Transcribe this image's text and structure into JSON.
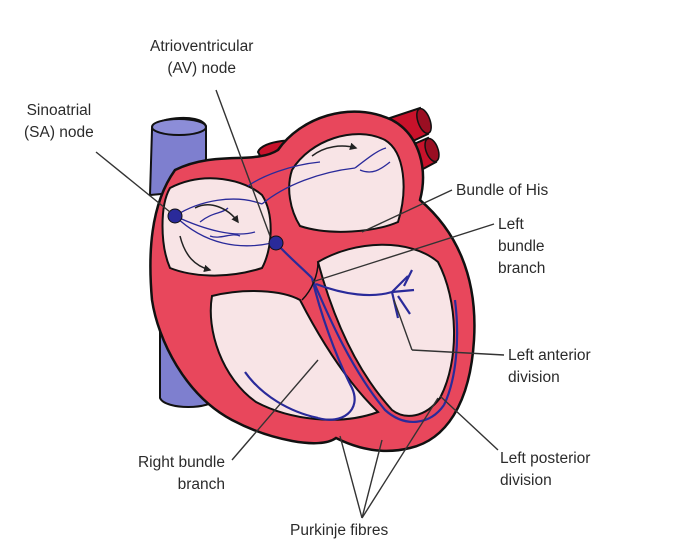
{
  "labels": {
    "av_node": [
      "Atrioventricular",
      "(AV) node"
    ],
    "sa_node": [
      "Sinoatrial",
      "(SA) node"
    ],
    "bundle_of_his": [
      "Bundle of His"
    ],
    "left_bundle_branch": [
      "Left",
      "bundle",
      "branch"
    ],
    "left_anterior_division": [
      "Left anterior",
      "division"
    ],
    "left_posterior_division": [
      "Left posterior",
      "division"
    ],
    "right_bundle_branch": [
      "Right bundle",
      "branch"
    ],
    "purkinje_fibres": [
      "Purkinje fibres"
    ]
  },
  "colors": {
    "myocardium": "#e8475c",
    "myocardium_outline": "#111111",
    "chamber": "#f8e4e6",
    "vena_cava": "#7e7fcf",
    "aorta": "#c8122b",
    "conduction": "#2a2a9a",
    "leader_line": "#333333"
  }
}
